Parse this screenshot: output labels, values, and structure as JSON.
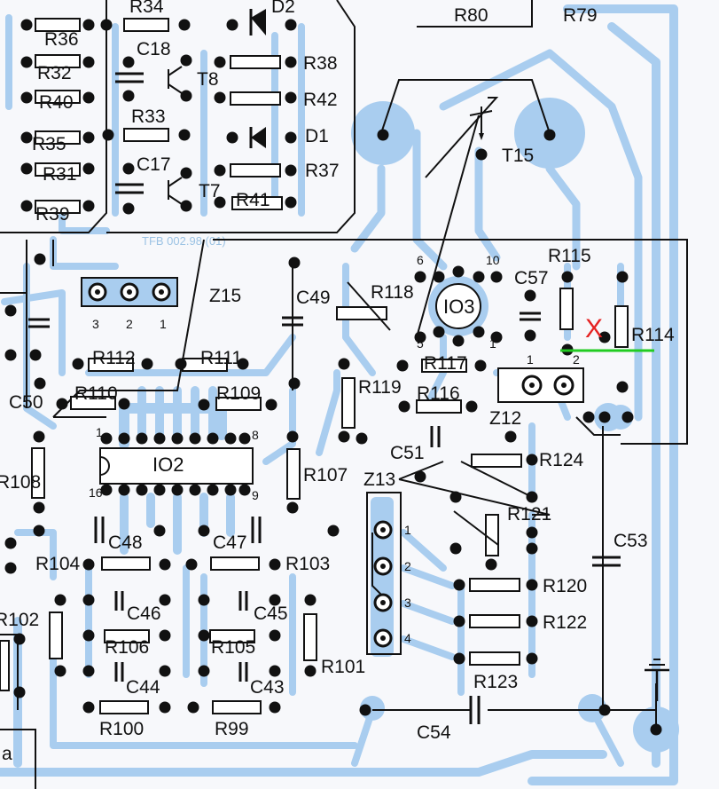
{
  "labels": {
    "R34": "R34",
    "D2": "D2",
    "R80": "R80",
    "R79": "R79",
    "R36": "R36",
    "C18": "C18",
    "R32": "R32",
    "R38": "R38",
    "T8": "T8",
    "R40": "R40",
    "R42": "R42",
    "R33": "R33",
    "R35": "R35",
    "D1": "D1",
    "T15": "T15",
    "C17": "C17",
    "R31": "R31",
    "R37": "R37",
    "T7": "T7",
    "R39": "R39",
    "R41": "R41",
    "R115": "R115",
    "Z15": "Z15",
    "C49": "C49",
    "R118": "R118",
    "IO3": "IO3",
    "C57": "C57",
    "R114": "R114",
    "R112": "R112",
    "R111": "R111",
    "R117": "R117",
    "R110": "R110",
    "R109": "R109",
    "R119": "R119",
    "R116": "R116",
    "Z12": "Z12",
    "C50": "C50",
    "IO2": "IO2",
    "C51": "C51",
    "R124": "R124",
    "R108": "R108",
    "R107": "R107",
    "Z13": "Z13",
    "R121": "R121",
    "C48": "C48",
    "C47": "C47",
    "C53": "C53",
    "R104": "R104",
    "R103": "R103",
    "R120": "R120",
    "C46": "C46",
    "C45": "C45",
    "R102": "R102",
    "R106": "R106",
    "R105": "R105",
    "R122": "R122",
    "R101": "R101",
    "C44": "C44",
    "C43": "C43",
    "R123": "R123",
    "R100": "R100",
    "R99": "R99",
    "C54": "C54",
    "frag_a": "a"
  },
  "pins": {
    "z15": [
      "3",
      "2",
      "1"
    ],
    "io3": [
      "6",
      "10",
      "5",
      "1"
    ],
    "io2": [
      "1",
      "8",
      "16",
      "9"
    ],
    "z12": [
      "1",
      "2"
    ],
    "z13": [
      "1",
      "2",
      "3",
      "4"
    ]
  },
  "faint_text": "TFB 002.98 (01)",
  "annotation": {
    "mark": "X",
    "mark_color": "#e52222",
    "line_color": "#22cc22"
  },
  "colors": {
    "trace": "#a9cdef",
    "ink": "#111111",
    "background": "#f7f8fb"
  }
}
